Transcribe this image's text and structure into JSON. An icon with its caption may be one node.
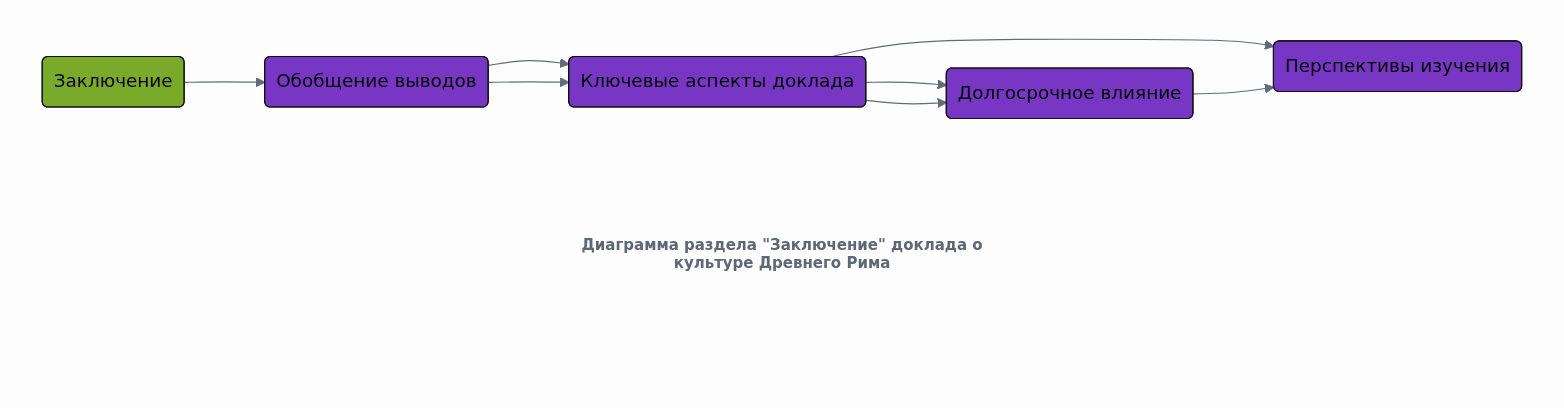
{
  "diagram": {
    "caption": "Диаграмма раздела \"Заключение\" доклада о культуре Древнего Рима",
    "nodes": [
      {
        "text": [
          "Заключение"
        ]
      },
      {
        "text": [
          "Обобщение выводов"
        ]
      },
      {
        "text": [
          "Ключевые аспекты доклада"
        ]
      },
      {
        "text": [
          "Долгосрочное влияние"
        ]
      },
      {
        "text": [
          "Перспективы изучения"
        ]
      }
    ],
    "edges": [
      {
        "from": 0,
        "to": 1,
        "arrow": "to"
      },
      {
        "from": 1,
        "to": 2,
        "arrow": "to"
      },
      {
        "from": 1,
        "to": 2,
        "arrow": "to"
      },
      {
        "from": 2,
        "to": 3,
        "arrow": "to"
      },
      {
        "from": 2,
        "to": 3,
        "arrow": "to"
      },
      {
        "from": 2,
        "to": 4,
        "arrow": "to"
      },
      {
        "from": 3,
        "to": 4,
        "arrow": "to"
      }
    ]
  }
}
